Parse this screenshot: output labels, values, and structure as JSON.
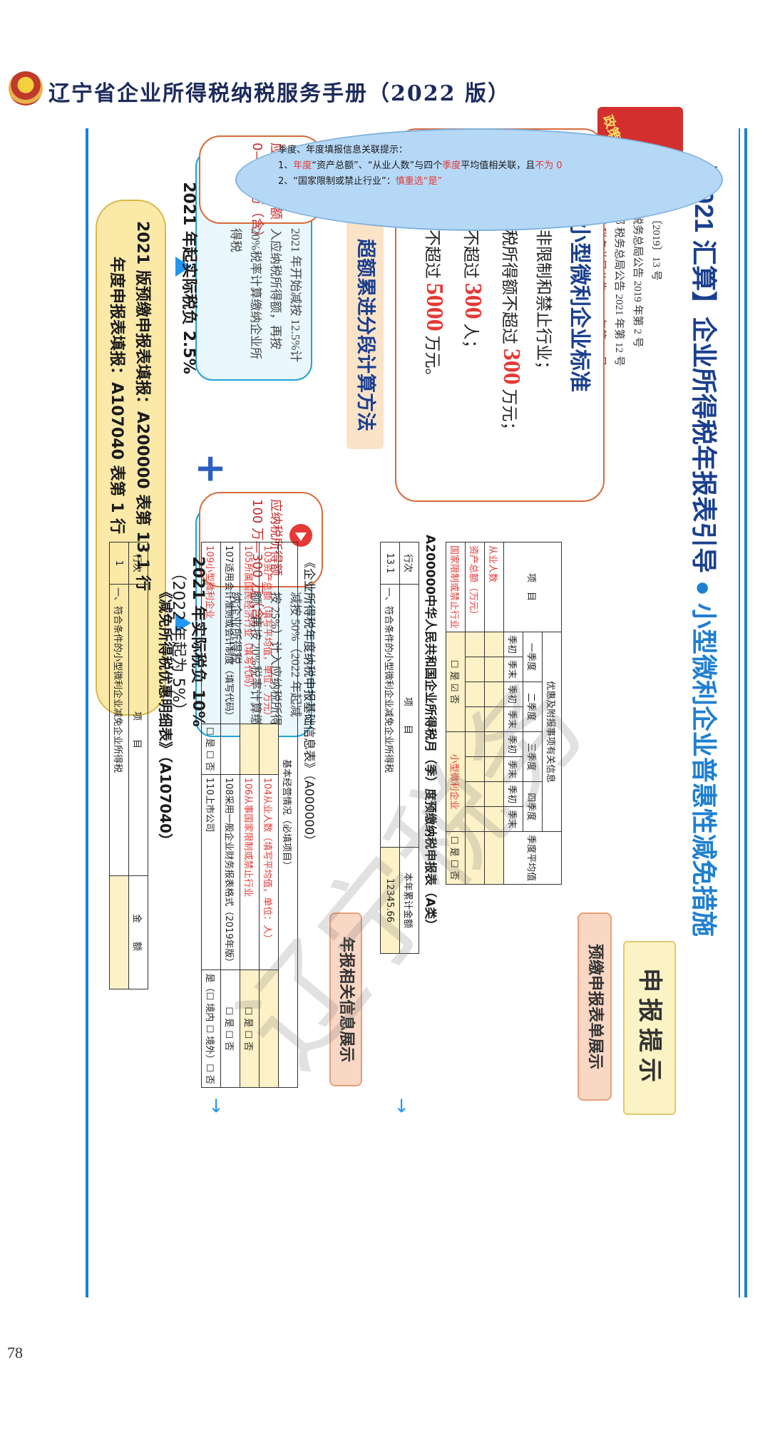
{
  "header": {
    "title": "辽宁省企业所得税纳税服务手册（2022 版）"
  },
  "page_number": "78",
  "watermark": "辽宁税务",
  "main": {
    "title_prefix": "【2021 汇算】企业所得税年报表引导",
    "title_dot": "●",
    "title_suffix": "小型微利企业普惠性减免措施",
    "badge_text": "政策解读 看这里",
    "docs": [
      "财税〔2019〕13 号",
      "国家税务总局公告 2019 年第 2 号",
      "财政部  税务总局公告 2021 年第 12 号",
      "财政部  税务总局公告 2022 年第 13 号"
    ],
    "standard": {
      "title": "小型微利企业标准",
      "items": [
        {
          "pre": "从事国家非限制和禁止行业；",
          "num": "",
          "post": ""
        },
        {
          "pre": "年度应纳税所得额不超过",
          "num": "300",
          "post": "万元；"
        },
        {
          "pre": "从业人数不超过",
          "num": "300",
          "post": "人；"
        },
        {
          "pre": "资产总额不超过",
          "num": "5000",
          "post": "万元。"
        }
      ]
    },
    "method": {
      "title": "超额累进分段计算方法",
      "seg1": {
        "label1": "应纳税所得额",
        "label2": "0—100 万（含）",
        "body": "2021 年开始减按 12.5%计入应纳税所得额，再按 20%税率计算缴纳企业所得税"
      },
      "seg2": {
        "label1": "应纳税所得额",
        "label2": "100 万—300 万（含）",
        "body": "减按 50%（2022 年起减按 25%）计入应纳税所得额，再按 20%税率计算缴纳企业所得税"
      },
      "plus": "+",
      "rate1": "2021 年起实际税负 2.5%",
      "rate2a": "2021 年实际税负 10%",
      "rate2b": "（2022 年起为 5%）",
      "fill1": "2021 版预缴申报表填报：A200000 表第 13.1 行",
      "fill2": "年度申报表填报：A107040 表第 1 行"
    },
    "report_tag": "申报提示",
    "prepay_tag": "预缴申报表单展示",
    "annual_tag": "年报相关信息展示",
    "quarter_table": {
      "header_group": "优惠及附报事项有关信息",
      "col_item": "项　目",
      "quarters": [
        "一季度",
        "二季度",
        "三季度",
        "四季度"
      ],
      "sub": [
        "季初",
        "季末"
      ],
      "avg": "季度平均值",
      "rows": [
        "从业人数",
        "资产总额（万元）",
        "国家限制或禁止行业"
      ],
      "yes": "是",
      "no": "否",
      "small": "小型微利企业"
    },
    "a200000": {
      "caption": "A200000中华人民共和国企业所得税月（季）度预缴纳税申报表（A类）",
      "h1": "行次",
      "h2": "项　　目",
      "h3": "本年累计金额",
      "row_no": "13.1",
      "row_item": "一、符合条件的小型微利企业减免企业所得税",
      "row_val": "12345.66"
    },
    "a000000": {
      "caption": "《企业所得税年度纳税申报基础信息表》（A000000）",
      "sub": "基本经营情况（必填项目）",
      "cells": [
        "103资产总额（填写平均值，单位：万元）",
        "104从业人数（填写平均值，单位：人）",
        "105所属国民经济行业（填写代码）",
        "106从事国家限制或禁止行业",
        "107适用会计准则或会计制度（填写代码）",
        "108采用一般企业财务报表格式（2019年版）",
        "109小型微利企业",
        "110上市公司"
      ],
      "yes": "是",
      "no": "否",
      "inside": "境内",
      "outside": "境外"
    },
    "a107040": {
      "caption": "《减免所得税优惠明细表》（A107040）",
      "h1": "行次",
      "h2": "项　　目",
      "h3": "金　　额",
      "row_no": "1",
      "row_item": "一、符合条件的小型微利企业减免企业所得税"
    },
    "notes": {
      "n0": "季度、年度填报信息关联提示：",
      "n1a": "1、",
      "n1b": "年度",
      "n1c": "“资产总额”、“从业人数”与四个",
      "n1d": "季度",
      "n1e": "平均值相关联，且",
      "n1f": "不为 0",
      "n2a": "2、“国家限制或禁止行业”：",
      "n2b": "慎重选“是”"
    }
  }
}
